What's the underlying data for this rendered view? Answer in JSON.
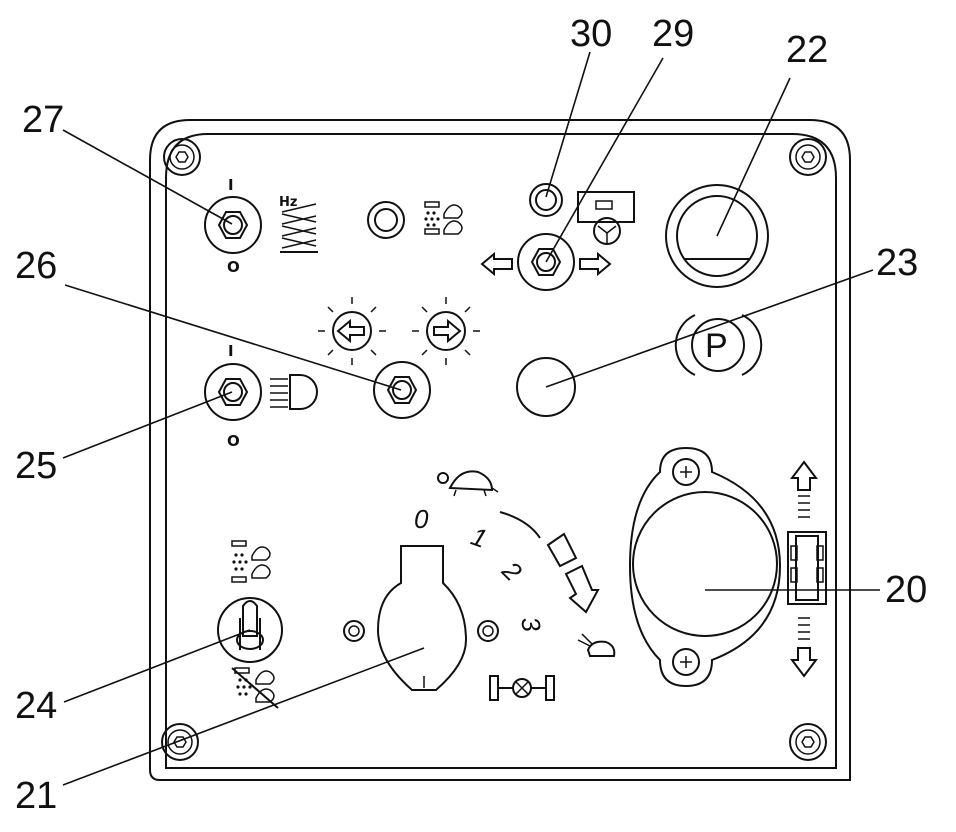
{
  "callouts": {
    "c20": "20",
    "c21": "21",
    "c22": "22",
    "c23": "23",
    "c24": "24",
    "c25": "25",
    "c26": "26",
    "c27": "27",
    "c29": "29",
    "c30": "30"
  },
  "panel_markings": {
    "switch27_on": "I",
    "switch27_off": "O",
    "frequency_unit": "Hz",
    "switch25_on": "I",
    "switch25_off": "O",
    "parking_symbol": "P",
    "dial_0": "0",
    "dial_1": "1",
    "dial_2": "2",
    "dial_3": "3"
  },
  "icons": [
    "screw-icon",
    "toggle-knob-icon",
    "frequency-spring-icon",
    "spray-nozzle-icon",
    "left-arrow-icon",
    "right-arrow-icon",
    "beacon-lamp-icon",
    "left-turn-signal-icon",
    "right-turn-signal-icon",
    "parking-brake-icon",
    "turtle-icon",
    "rabbit-icon",
    "axle-lock-icon",
    "up-arrow-icon",
    "down-arrow-icon",
    "seat-icon"
  ]
}
